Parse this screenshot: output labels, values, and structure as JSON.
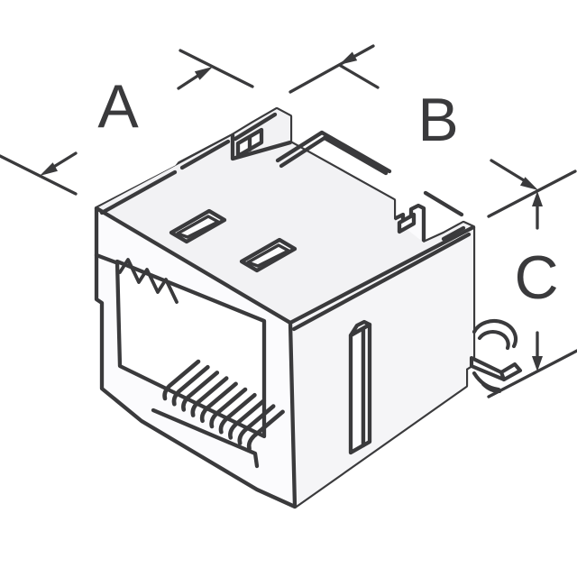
{
  "drawing": {
    "type": "isometric-technical-line-drawing",
    "subject": "modular jack (RJ45) connector with dimension callouts",
    "dimension_labels": {
      "a": "A",
      "b": "B",
      "c": "C"
    },
    "colors": {
      "line": "#3a3a3c",
      "background": "#ffffff",
      "face_top": "#f2f2f4",
      "face_right": "#f5f5f7",
      "face_front": "#fbfbfd"
    }
  }
}
